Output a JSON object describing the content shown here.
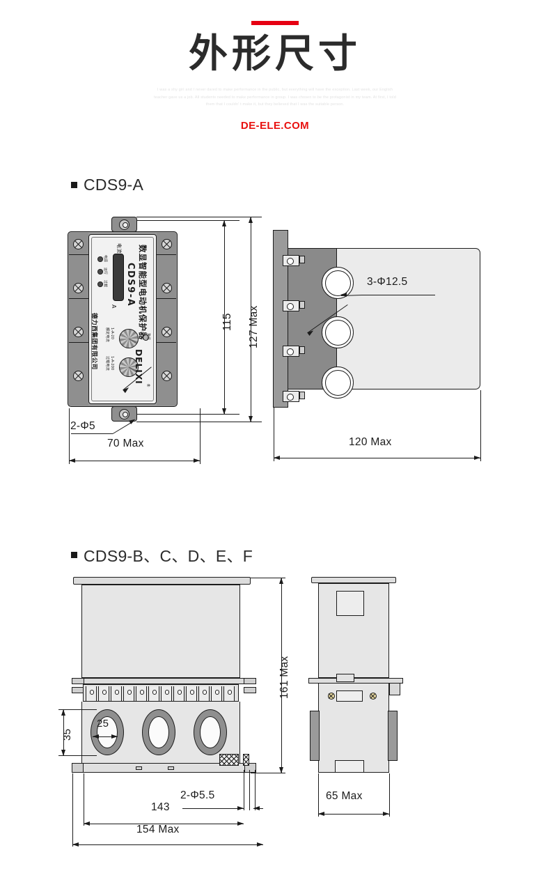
{
  "header": {
    "title": "外形尺寸",
    "rule_color": "#e60012",
    "paragraph": "I was a shy girl and I never dared to make performance in the public, but everything will have the exception. Last week, our English teacher gave us a job. All students needed to make performance in group. I was chosen to be the protagonist in my team. At first, I told them that I couldn' t make it, but they believed that I was the suitable person.",
    "site": "DE-ELE.COM",
    "site_color": "#e8110f"
  },
  "sections": [
    {
      "heading": "CDS9-A",
      "front_view": {
        "device_face": {
          "brand": "DELIXI",
          "brand_mark": "®",
          "model": "CDS9-A",
          "product_name": "数显智能型电动机保护器",
          "company": "德力西集团有限公司",
          "display_label": "电流",
          "display_unit": "A",
          "leds": [
            "电源",
            "运行",
            "过载"
          ],
          "dial_top_range": "1-A-20",
          "dial_top_label": "额定电流",
          "dial_bottom_range": "1-A-200",
          "dial_bottom_label": "过载电流",
          "reset_label": "复位"
        },
        "dimensions": {
          "height_inner": "115",
          "height_outer": "127 Max",
          "width": "70 Max",
          "mount_hole": "2-Φ5"
        }
      },
      "side_view": {
        "dimensions": {
          "width": "120 Max",
          "knockout": "3-Φ12.5"
        }
      }
    },
    {
      "heading": "CDS9-B、C、D、E、F",
      "front_view": {
        "dimensions": {
          "height": "161 Max",
          "ring_width": "25",
          "ring_height": "35",
          "mount_span": "143",
          "width": "154 Max",
          "mount_hole": "2-Φ5.5"
        },
        "terminal_count": 12
      },
      "side_view": {
        "dimensions": {
          "width": "65 Max"
        }
      }
    }
  ]
}
